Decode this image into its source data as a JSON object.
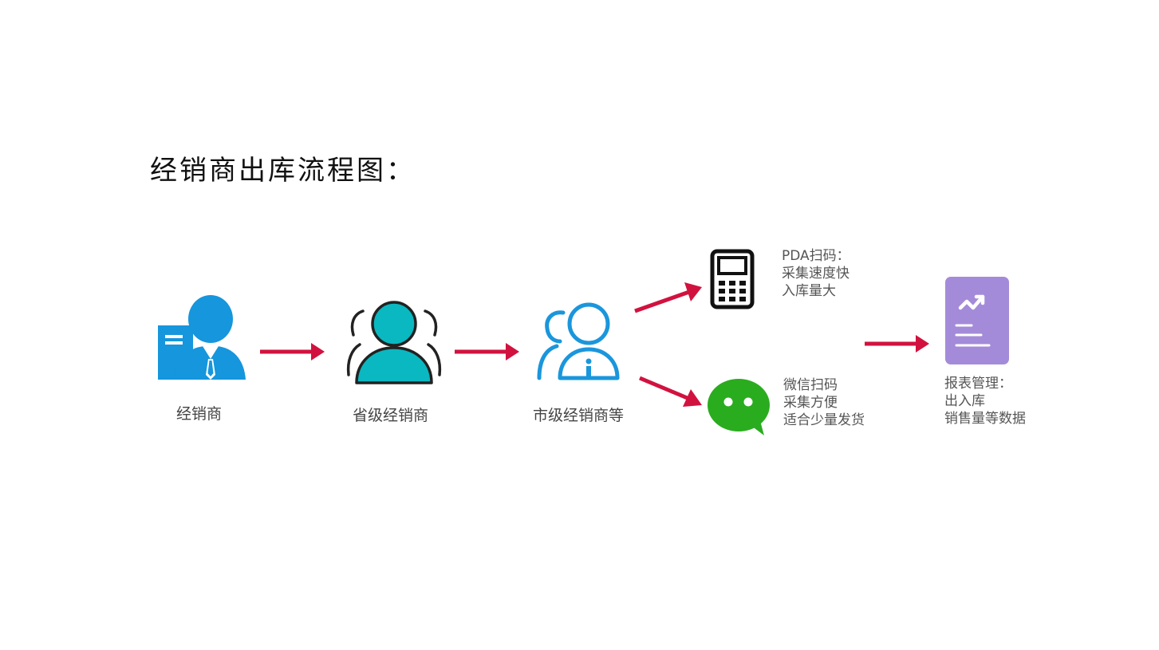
{
  "title": "经销商出库流程图：",
  "colors": {
    "arrow": "#d1123f",
    "dealer_blue": "#1596dd",
    "provincial_teal": "#0ab8c1",
    "city_blue": "#1a96dc",
    "wechat_green": "#2aac1f",
    "report_purple": "#a48bd9",
    "pda_black": "#111111"
  },
  "nodes": {
    "dealer": {
      "label": "经销商",
      "icon": "business-person-icon"
    },
    "provincial": {
      "label": "省级经销商",
      "icon": "user-group-icon"
    },
    "city": {
      "label": "市级经销商等",
      "icon": "user-info-icon"
    },
    "pda": {
      "icon": "pda-scanner-icon",
      "lines": [
        "PDA扫码：",
        "采集速度快",
        "入库量大"
      ]
    },
    "wechat": {
      "icon": "wechat-icon",
      "lines": [
        "微信扫码",
        "采集方便",
        "适合少量发货"
      ]
    },
    "report": {
      "icon": "report-chart-icon",
      "lines": [
        "报表管理：",
        "出入库",
        "销售量等数据"
      ]
    }
  }
}
